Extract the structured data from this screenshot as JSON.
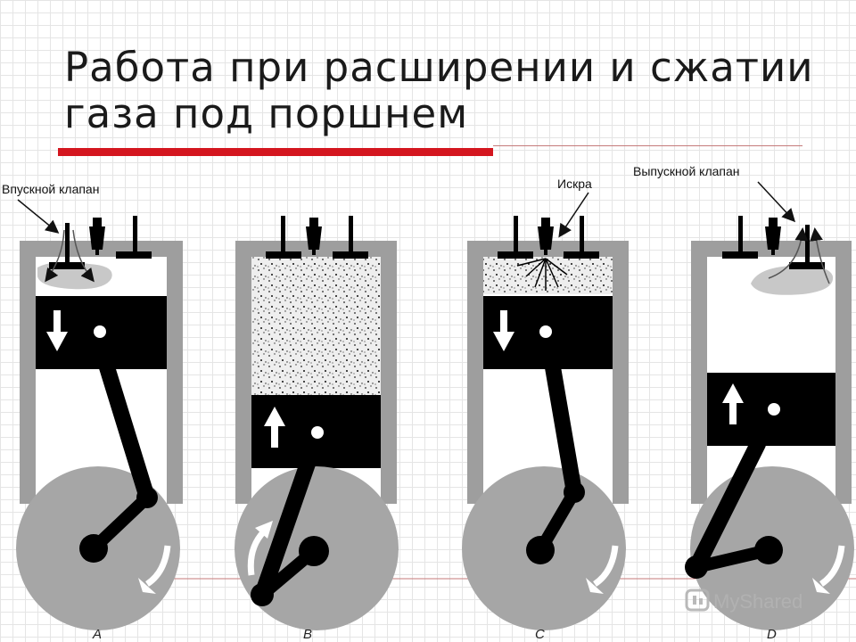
{
  "slide": {
    "title_line1": "Работа при расширении и сжатии",
    "title_line2": "газа под поршнем"
  },
  "labels": {
    "intake_valve": "Впускной клапан",
    "spark": "Искра",
    "exhaust_valve": "Выпускной клапан"
  },
  "stages": [
    "A",
    "B",
    "C",
    "D"
  ],
  "watermark": "MyShared",
  "colors": {
    "accent_red": "#d4161f",
    "piston": "#000000",
    "flywheel": "#a6a6a6",
    "cylinder_wall": "#9e9e9e",
    "gas_cloud": "#c8c8c8"
  },
  "icons": [
    "spark-plug-icon",
    "down-arrow-icon",
    "up-arrow-icon",
    "rotation-arrow-icon",
    "watermark-logo-icon"
  ]
}
